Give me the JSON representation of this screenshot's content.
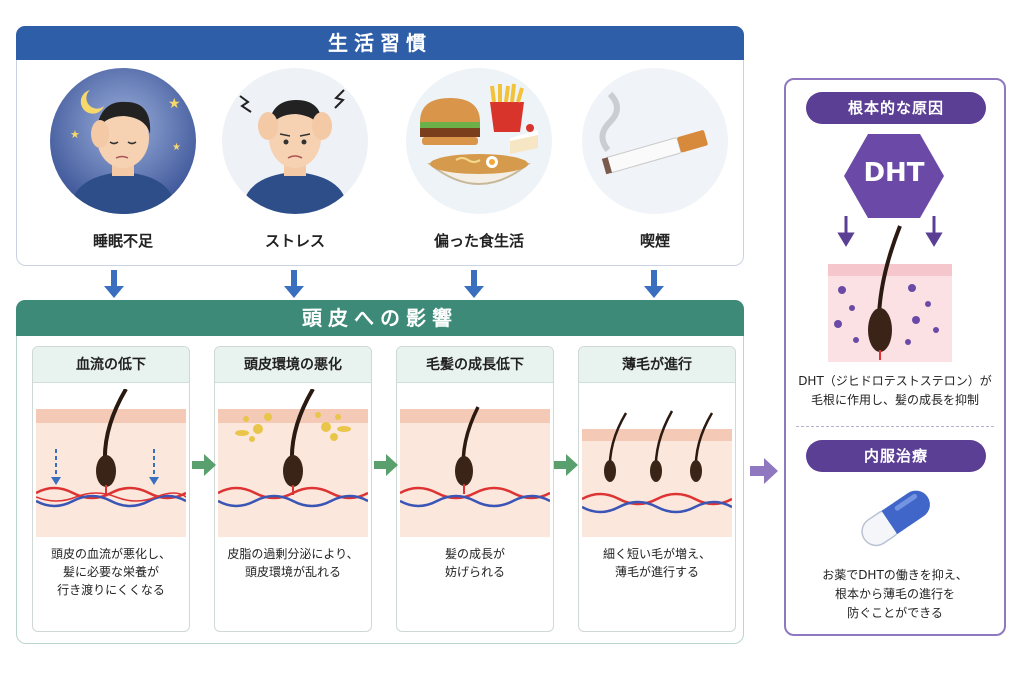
{
  "lifestyle": {
    "title": "生活習慣",
    "causes": [
      {
        "label": "睡眠不足",
        "icon": "sleepless-person-icon"
      },
      {
        "label": "ストレス",
        "icon": "stressed-person-icon"
      },
      {
        "label": "偏った食生活",
        "icon": "junk-food-icon"
      },
      {
        "label": "喫煙",
        "icon": "cigarette-icon"
      }
    ]
  },
  "scalp": {
    "title": "頭皮への影響",
    "stages": [
      {
        "title": "血流の低下",
        "desc": [
          "頭皮の血流が悪化し、",
          "髪に必要な栄養が",
          "行き渡りにくくなる"
        ]
      },
      {
        "title": "頭皮環境の悪化",
        "desc": [
          "皮脂の過剰分泌により、",
          "頭皮環境が乱れる"
        ]
      },
      {
        "title": "毛髪の成長低下",
        "desc": [
          "髪の成長が",
          "妨げられる"
        ]
      },
      {
        "title": "薄毛が進行",
        "desc": [
          "細く短い毛が増え、",
          "薄毛が進行する"
        ]
      }
    ]
  },
  "root_cause": {
    "title": "根本的な原因",
    "badge": "DHT",
    "desc": [
      "DHT（ジヒドロテストステロン）が",
      "毛根に作用し、髪の成長を抑制"
    ]
  },
  "treatment": {
    "title": "内服治療",
    "desc": [
      "お薬でDHTの働きを抑え、",
      "根本から薄毛の進行を",
      "防ぐことができる"
    ]
  },
  "colors": {
    "lifestyle_bar": "#2f5ea8",
    "scalp_bar": "#3d8a78",
    "panel_accent": "#5b3f94",
    "blue_arrow": "#3a6fc0",
    "green_arrow": "#5aa06e",
    "purple_arrow": "#8f78c0"
  }
}
